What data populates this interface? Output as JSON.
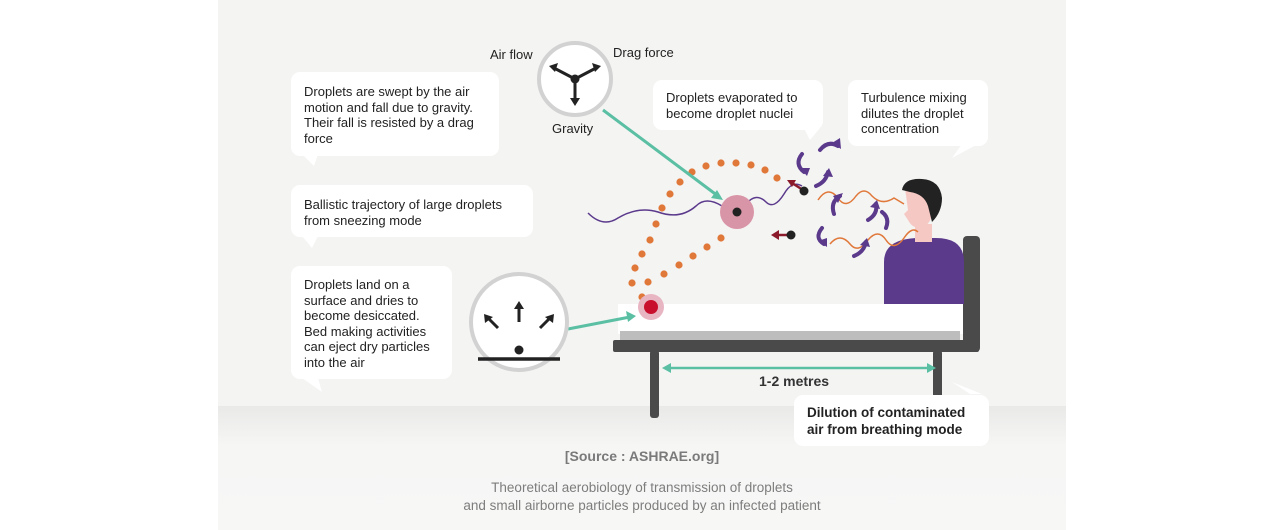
{
  "labels": {
    "air_flow": "Air flow",
    "drag_force": "Drag force",
    "gravity": "Gravity",
    "distance": "1-2 metres"
  },
  "callouts": {
    "swept": "Droplets are swept by the air motion and fall due to gravity. Their fall is resisted by a drag force",
    "ballistic": "Ballistic trajectory of large droplets from sneezing mode",
    "land": "Droplets land on a surface and dries to become desiccated. Bed making activities can eject dry particles into the air",
    "evaporated": "Droplets evaporated to become droplet nuclei",
    "turbulence": "Turbulence mixing dilutes the droplet concentration",
    "dilution": "Dilution of contaminated air from breathing mode"
  },
  "source": "[Source : ASHRAE.org]",
  "caption": {
    "line1": "Theoretical aerobiology of transmission of droplets",
    "line2": "and small airborne particles produced by an infected patient"
  },
  "colors": {
    "teal": "#5bbfa3",
    "orange": "#e0783a",
    "purple": "#5b3a8c",
    "crimson": "#c8102e",
    "pink": "#d995a8",
    "bed": "#4a4a4a"
  }
}
